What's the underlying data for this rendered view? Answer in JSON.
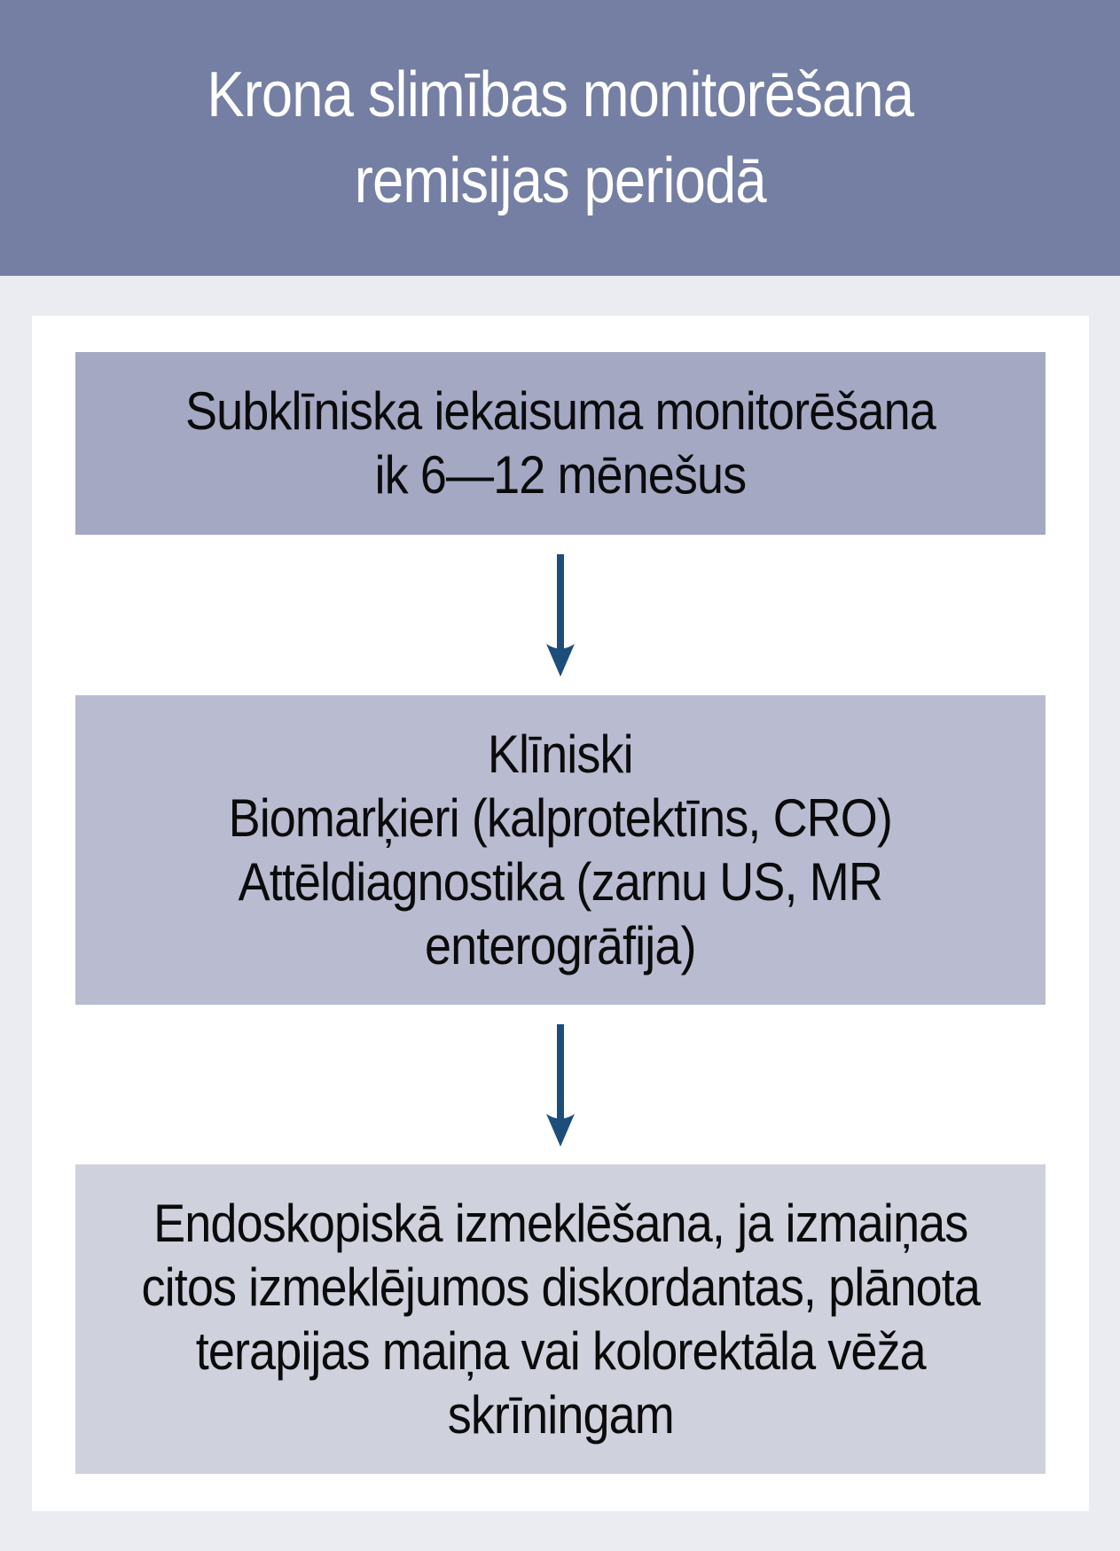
{
  "header": {
    "title_lines": [
      "Krona slimības monitorēšana",
      "remisijas periodā"
    ]
  },
  "flow": {
    "steps": [
      {
        "id": "subclinical-monitoring",
        "lines": [
          "Subklīniska iekaisuma monitorēšana",
          "ik 6—12 mēnešus"
        ]
      },
      {
        "id": "methods",
        "lines": [
          "Klīniski",
          "Biomarķieri (kalprotektīns, CRO)",
          "Attēldiagnostika (zarnu US, MR",
          "enterogrāfija)"
        ]
      },
      {
        "id": "endoscopy",
        "lines": [
          "Endoskopiskā izmeklēšana, ja izmaiņas",
          "citos izmeklējumos diskordantas, plānota",
          "terapijas maiņa vai kolorektāla vēža",
          "skrīningam"
        ]
      }
    ],
    "arrows": [
      "arrow-down",
      "arrow-down"
    ]
  },
  "colors": {
    "header_bg": "#757FA3",
    "page_bg": "#EBECF1",
    "panel_bg": "#FFFFFF",
    "step1_bg": "#A4A8C3",
    "step2_bg": "#B9BCD0",
    "step3_bg": "#CFD1DD",
    "title_text": "#FFFFFF",
    "body_text": "#0B0B0C",
    "arrow": "#1D4E7B"
  }
}
